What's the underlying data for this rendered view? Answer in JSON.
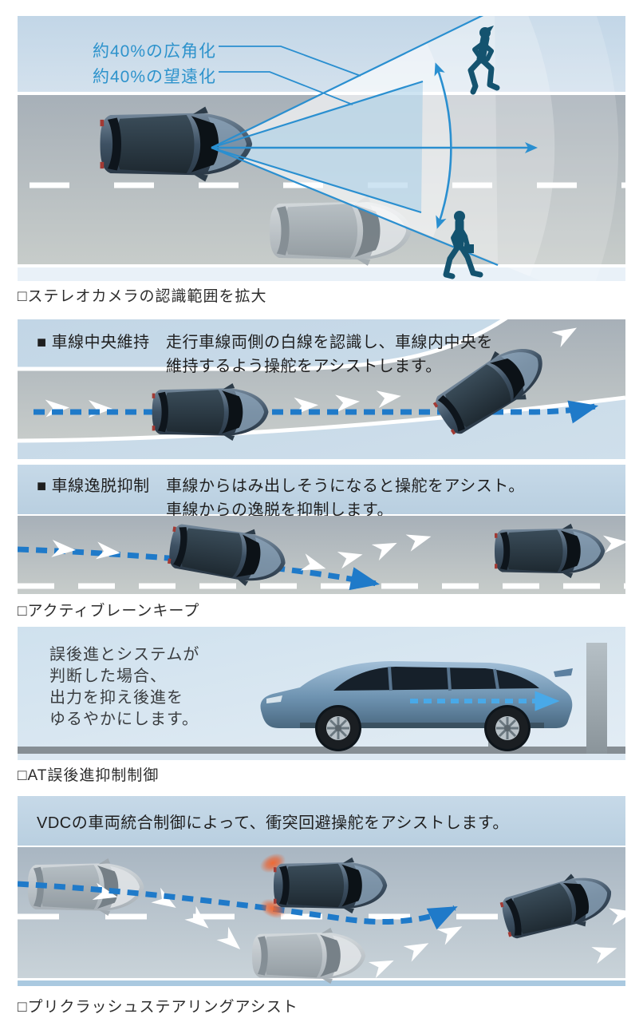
{
  "colors": {
    "accent_blue": "#2a8fd0",
    "label_blue": "#2e93cc",
    "dash_blue": "#1f7ac9",
    "light_arrow_blue": "#49a9e8",
    "heading_band": "#c0d5e6",
    "warning_orange": "#e2562b",
    "silhouette_teal": "#14536f"
  },
  "panel1": {
    "label_wide": "約40%の広角化",
    "label_tele": "約40%の望遠化",
    "caption": "□ステレオカメラの認識範囲を拡大"
  },
  "panel2": {
    "title": "■ 車線中央維持",
    "desc_line1": "走行車線両側の白線を認識し、車線内中央を",
    "desc_line2": "維持するよう操舵をアシストします。"
  },
  "panel3": {
    "title": "■ 車線逸脱抑制",
    "desc_line1": "車線からはみ出しそうになると操舵をアシスト。",
    "desc_line2": "車線からの逸脱を抑制します。",
    "caption": "□アクティブレーンキープ"
  },
  "panel4": {
    "line1": "誤後進とシステムが",
    "line2": "判断した場合、",
    "line3": "出力を抑え後進を",
    "line4": "ゆるやかにします。",
    "caption": "□AT誤後進抑制制御"
  },
  "panel5": {
    "heading": "VDCの車両統合制御によって、衝突回避操舵をアシストします。",
    "caption": "□プリクラッシュステアリングアシスト"
  }
}
